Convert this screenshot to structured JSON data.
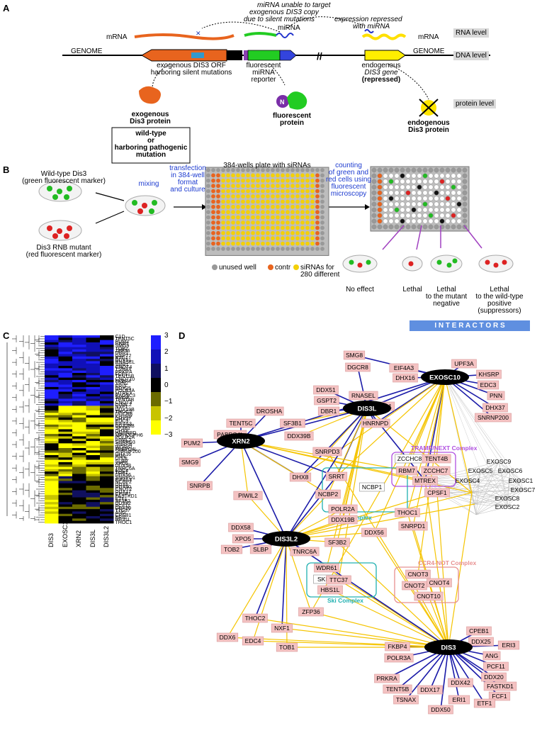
{
  "panels": {
    "a": "A",
    "b": "B",
    "c": "C",
    "d": "D"
  },
  "panelA": {
    "note1": "miRNA unable to target",
    "note2": "exogenous DIS3 copy",
    "note3": "due to silent mutations",
    "note4": "expression repressed",
    "note5": "with miRNA",
    "mrna_left": "mRNA",
    "mirna": "miRNA",
    "mrna_right": "mRNA",
    "rna_level": "RNA level",
    "dna_level": "DNA level",
    "protein_level": "protein level",
    "genome_left": "GENOME",
    "genome_right": "GENOME",
    "exo_orf1": "exogenous DIS3 ORF",
    "exo_orf2": "harboring silent mutations",
    "reporter1": "fluorescent",
    "reporter2": "miRNA",
    "reporter3": "reporter",
    "endo1": "endogenous",
    "endo2": "DIS3 gene",
    "endo3": "(repressed)",
    "exo_protein1": "exogenous",
    "exo_protein2": "Dis3 protein",
    "box1": "wild-type",
    "box2": "or",
    "box3": "harboring pathogenic",
    "box4": "mutation",
    "fluor1": "fluorescent",
    "fluor2": "protein",
    "endo_protein1": "endogenous",
    "endo_protein2": "Dis3 protein"
  },
  "panelB": {
    "wt1": "Wild-type Dis3",
    "wt2": "(green fluorescent marker)",
    "mut1": "Dis3 RNB mutant",
    "mut2": "(red fluorescent marker)",
    "mixing": "mixing",
    "trans1": "transfection",
    "trans2": "in 384-well",
    "trans3": "format",
    "trans4": "and culture",
    "plate_title": "384-wells plate with siRNAs",
    "count1": "counting",
    "count2": "of green and",
    "count3": "red cells using",
    "count4": "fluorescent",
    "count5": "microscopy",
    "legend_unused": "unused well",
    "legend_contr": "contr",
    "legend_sirna": "siRNAs for",
    "legend_sirna2": "280 different",
    "no_effect": "No effect",
    "lethal": "Lethal",
    "lethal_mut1": "Lethal",
    "lethal_mut2": "to the mutant",
    "lethal_mut3": "negative",
    "lethal_wt1": "Lethal",
    "lethal_wt2": "to the wild-type",
    "lethal_wt3": "positive",
    "lethal_wt4": "(suppressors)",
    "interactors": "I N T E R A C T O R S"
  },
  "heatmap": {
    "genes": [
      "C1D",
      "TENT5C",
      "PUM2",
      "RBM7",
      "SMG9",
      "TOB2",
      "ZFP36",
      "DBR1",
      "GSPT2",
      "BTG1",
      "DDX51",
      "RNASEL",
      "SRRT",
      "CNOT4",
      "TSNAX",
      "PRKRA",
      "FCF1",
      "TENT5B",
      "CNOT10",
      "FKBP4",
      "XRN2",
      "ERI3",
      "DDX25",
      "POLR3A",
      "MTREX",
      "EXOSC3",
      "SMG8",
      "TENT4B",
      "CNOT3",
      "DIS3L2",
      "NXF1",
      "DDX19B",
      "THOC2",
      "DGCR8",
      "KHSRP",
      "DHX37",
      "EDC3",
      "EIF4A3",
      "DDX39B",
      "SF3B1",
      "DHX8",
      "HNRNPD",
      "MPHOSPH6",
      "POLR2A",
      "PIWIL2",
      "SNRPD3",
      "SNRPB",
      "WDR61",
      "PABPC4L",
      "SNRNP200",
      "DHX16",
      "PNN",
      "DIS3L",
      "SLBP",
      "XPO5",
      "DDX58",
      "TNRC6A",
      "EDC4",
      "TOB1",
      "DDX56",
      "SNRPD1",
      "EIF4A3",
      "NCBP2",
      "DDX6",
      "DDX50",
      "CNOT2",
      "DDX17",
      "CPSF1",
      "FASTKD1",
      "ETF1",
      "SF3B2",
      "DDX42",
      "PCF11",
      "DDX20",
      "TTC37",
      "ANG",
      "CPEB1",
      "ERI1",
      "HBS1L",
      "THOC1"
    ],
    "columns": [
      "DIS3",
      "EXOSC10",
      "XRN2",
      "DIS3L",
      "DIS3L2"
    ],
    "scale": [
      "3",
      "2",
      "1",
      "0",
      "−1",
      "−2",
      "−3"
    ]
  },
  "network": {
    "hubs": [
      "EXOSC10",
      "DIS3L",
      "XRN2",
      "DIS3L2",
      "DIS3"
    ],
    "complexes": [
      "TRAMP/NEXT Complex",
      "CBC Complex",
      "CCR4-NOT Complex",
      "Ski Complex"
    ],
    "exosome": [
      "EXOSC9",
      "EXOSC5",
      "EXOSC6",
      "EXOSC4",
      "EXOSC1",
      "EXOSC7",
      "EXOSC8",
      "EXOSC3",
      "EXOSC2",
      "MPHOSPH6",
      "C1D"
    ],
    "nodes": [
      "SMG8",
      "EIF4A3",
      "UPF3A",
      "DHX16",
      "KHSRP",
      "DGCR8",
      "EDC3",
      "DDX51",
      "RNASEL",
      "PNN",
      "GSPT2",
      "DHX37",
      "DROSHA",
      "BTG1",
      "DBR1",
      "SNRNP200",
      "TENT5C",
      "SF3B1",
      "HNRNPD",
      "PABPC4L",
      "DDX39B",
      "PUM2",
      "SNRPD3",
      "SMG9",
      "ZCCHC8",
      "TENT4B",
      "RBM7",
      "ZCCHC7",
      "DHX8",
      "SRRT",
      "MTREX",
      "SNRPB",
      "NCBP1",
      "CPSF1",
      "NCBP2",
      "PIWIL2",
      "THOC1",
      "POLR2A",
      "DDX19B",
      "SNRPD1",
      "DDX58",
      "XPO5",
      "DDX56",
      "TOB2",
      "SLBP",
      "SF3B2",
      "TNRC6A",
      "WDR61",
      "CNOT3",
      "SKIV2",
      "TTC37",
      "CNOT4",
      "CNOT2",
      "HBS1L",
      "CNOT10",
      "ZFP36",
      "THOC2",
      "NXF1",
      "CPEB1",
      "DDX25",
      "ERI3",
      "DDX6",
      "EDC4",
      "TOB1",
      "FKBP4",
      "POLR3A",
      "ANG",
      "PCF11",
      "DDX20",
      "PRKRA",
      "DDX42",
      "FASTKD1",
      "TENT5B",
      "DDX17",
      "FCF1",
      "TSNAX",
      "ERI1",
      "ETF1",
      "DDX50"
    ]
  }
}
